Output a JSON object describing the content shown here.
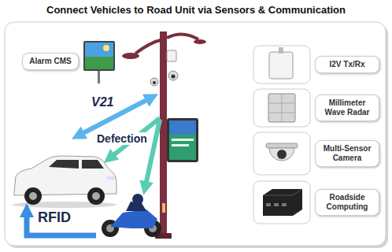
{
  "diagram": {
    "title": "Connect Vehicles to Road Unit via Sensors & Communication",
    "nodes": [
      {
        "text": [
          "Alarm CMS"
        ]
      },
      {
        "text": [
          "I2V Tx/Rx"
        ]
      },
      {
        "text": [
          "Millimeter Wave Radar"
        ]
      },
      {
        "text": [
          "Multi-Sensor Camera"
        ]
      },
      {
        "text": [
          "Roadside Computing"
        ]
      }
    ],
    "labels": [
      "V21",
      "Defection",
      "RFID"
    ]
  }
}
